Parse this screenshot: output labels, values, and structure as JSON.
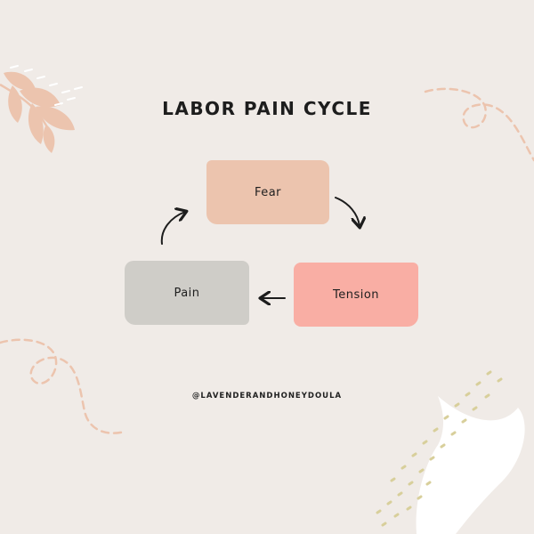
{
  "title": "LABOR PAIN CYCLE",
  "nodes": {
    "fear": {
      "label": "Fear",
      "color": "#ecc4ae"
    },
    "tension": {
      "label": "Tension",
      "color": "#f9aea4"
    },
    "pain": {
      "label": "Pain",
      "color": "#cfcdc8"
    }
  },
  "cycle_order": [
    "Fear",
    "Tension",
    "Pain"
  ],
  "handle": "@LAVENDERANDHONEYDOULA",
  "colors": {
    "background": "#f0ebe7",
    "leaf": "#ecc4ae",
    "dashed_curve": "#ecc4ae",
    "dots": "#d8cf9b",
    "wave": "#ffffff",
    "arrow": "#1d1d1d"
  }
}
